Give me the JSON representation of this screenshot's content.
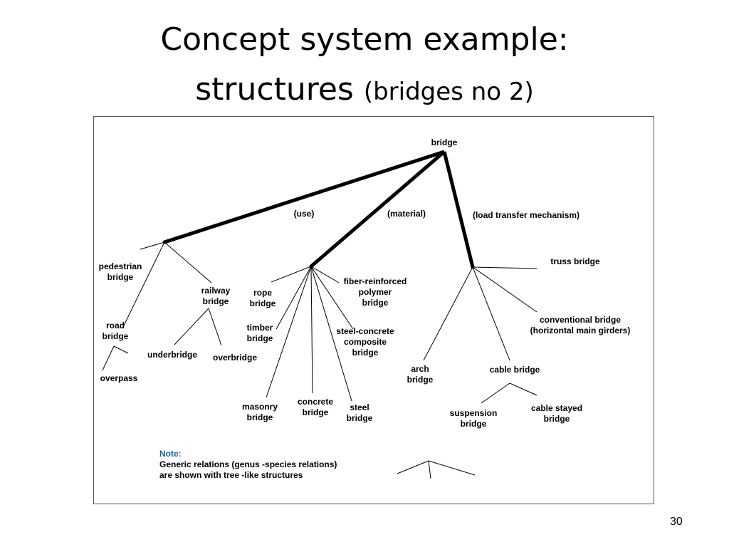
{
  "title": {
    "line1": "Concept system example:",
    "line2": "structures",
    "line2_sub": "(bridges no 2)"
  },
  "nodes": {
    "bridge": "bridge",
    "use": "(use)",
    "material": "(material)",
    "load": "(load transfer mechanism)",
    "pedestrian": "pedestrian\nbridge",
    "railway": "railway\nbridge",
    "road": "road\nbridge",
    "underbridge": "underbridge",
    "overbridge": "overbridge",
    "overpass": "overpass",
    "rope": "rope\nbridge",
    "timber": "timber\nbridge",
    "fiber": "fiber-reinforced\npolymer\nbridge",
    "steelconcrete": "steel-concrete\ncomposite\nbridge",
    "masonry": "masonry\nbridge",
    "concrete": "concrete\nbridge",
    "steel": "steel\nbridge",
    "truss": "truss bridge",
    "conventional": "conventional bridge\n(horizontal main girders)",
    "arch": "arch\nbridge",
    "cable": "cable bridge",
    "suspension": "suspension\nbridge",
    "cablestayed": "cable stayed\nbridge"
  },
  "note": {
    "head": "Note:",
    "body": "Generic relations (genus -species relations)\nare shown with tree -like structures"
  },
  "page_number": "30"
}
